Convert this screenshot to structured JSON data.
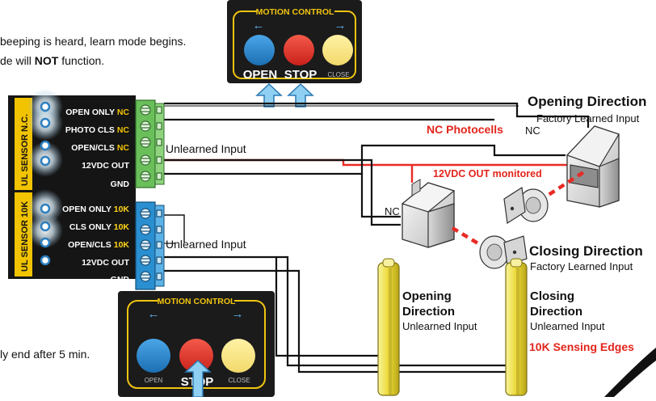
{
  "colors": {
    "nc_yellow": "#f2c300",
    "ten_k_yellow": "#ffd51a",
    "terminal_green": "#6abf5a",
    "terminal_blue": "#2a8fd0",
    "red_wire": "#e82b24",
    "red_label": "#e3241b",
    "arrow_blue": "#8fd0f2",
    "edge_yellow": "#f0e94a"
  },
  "top_note": {
    "line1": "beeping is heard, learn mode begins.",
    "line2_pre": "de will ",
    "line2_bold": "NOT",
    "line2_post": " function."
  },
  "motion_top": {
    "title": "MOTION CONTROL",
    "open": "OPEN",
    "stop": "STOP",
    "close": "CLOSE",
    "arrow_left": "←",
    "arrow_right": "→"
  },
  "motion_bottom": {
    "title": "MOTION CONTROL",
    "open": "OPEN",
    "stop": "STOP",
    "close": "CLOSE",
    "arrow_left": "←",
    "arrow_right": "→"
  },
  "bottom_note": "ly end after 5 min.",
  "board": {
    "nc_sensor_label": "UL SENSOR N.C.",
    "tenk_sensor_label": "UL SENSOR 10K",
    "nc_rows": [
      {
        "name": "OPEN ONLY ",
        "suffix": "NC"
      },
      {
        "name": "PHOTO CLS ",
        "suffix": "NC"
      },
      {
        "name": "OPEN/CLS ",
        "suffix": "NC"
      },
      {
        "name": "12VDC OUT",
        "suffix": ""
      },
      {
        "name": "GND",
        "suffix": ""
      }
    ],
    "tenk_rows": [
      {
        "name": "OPEN ONLY ",
        "suffix": "10K"
      },
      {
        "name": "CLS ONLY ",
        "suffix": "10K"
      },
      {
        "name": "OPEN/CLS ",
        "suffix": "10K"
      },
      {
        "name": "12VDC OUT",
        "suffix": ""
      },
      {
        "name": "GND",
        "suffix": ""
      }
    ]
  },
  "labels": {
    "unlearned_top": "Unlearned Input",
    "unlearned_bottom": "Unlearned Input",
    "opening_direction": "Opening Direction",
    "factory_learned_top": "Factory Learned Input",
    "nc_photocells": "NC Photocells",
    "nc_right": "NC",
    "nc_left": "NC",
    "vdc_monitored": "12VDC OUT monitored",
    "closing_direction": "Closing Direction",
    "factory_learned_bottom": "Factory Learned Input",
    "edge_opening_line1": "Opening",
    "edge_opening_line2": "Direction",
    "edge_opening_sub": "Unlearned Input",
    "edge_closing_line1": "Closing",
    "edge_closing_line2": "Direction",
    "edge_closing_sub": "Unlearned Input",
    "sensing_edges": "10K Sensing Edges"
  }
}
